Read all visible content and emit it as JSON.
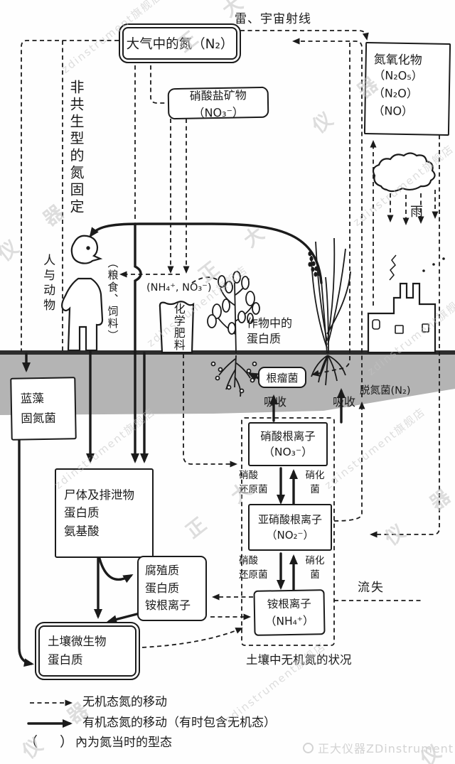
{
  "watermark": {
    "cn1": "正 大",
    "cn2": "仪 器",
    "en": "zdinstrument旗舰店",
    "footer": "正大仪器ZDinstrument"
  },
  "atmosphere": {
    "lightning": "雷、宇宙射线",
    "box": "大气中的氮（N₂）",
    "nox_title": "氮氧化物",
    "nox_items": "（N₂O₅）\n（N₂O）\n（NO）",
    "nitrate_mineral": "硝酸盐矿物（NO₃⁻）",
    "nonsymbiotic": "非共生型的氮固定",
    "rain": "雨"
  },
  "surface": {
    "human": "人与动物",
    "food": "（粮食、饲料）",
    "fert_ions": "(NH₄⁺, NO₃⁻)",
    "fert_bag": "化学肥料",
    "crop_protein": "作物中的\n蛋白质",
    "nodule": "根瘤菌",
    "denitrify": "脱氮菌(N₂)",
    "absorb": "吸收",
    "algae": "蓝藻\n固氮菌"
  },
  "soil": {
    "no3": "硝酸根离子\n（NO₃⁻）",
    "reducer": "硝酸\n还原菌",
    "nitrifier": "硝化\n菌",
    "no2": "亚硝酸根离子\n（NO₂⁻）",
    "nh4": "铵根离子\n（NH₄⁺）",
    "label": "土壤中无机氮的状况",
    "loss": "流失",
    "corpse": "尸体及排泄物\n蛋白质\n氨基酸",
    "humus": "腐殖质\n蛋白质\n铵根离子",
    "microbe": "土壤微生物\n蛋白质"
  },
  "legend": {
    "inorganic": "无机态氮的移动",
    "organic": "有机态氮的移动（有时包含无机态）",
    "paren_open": "（",
    "paren_close": "）",
    "paren_text": "內为氮当时的型态"
  }
}
